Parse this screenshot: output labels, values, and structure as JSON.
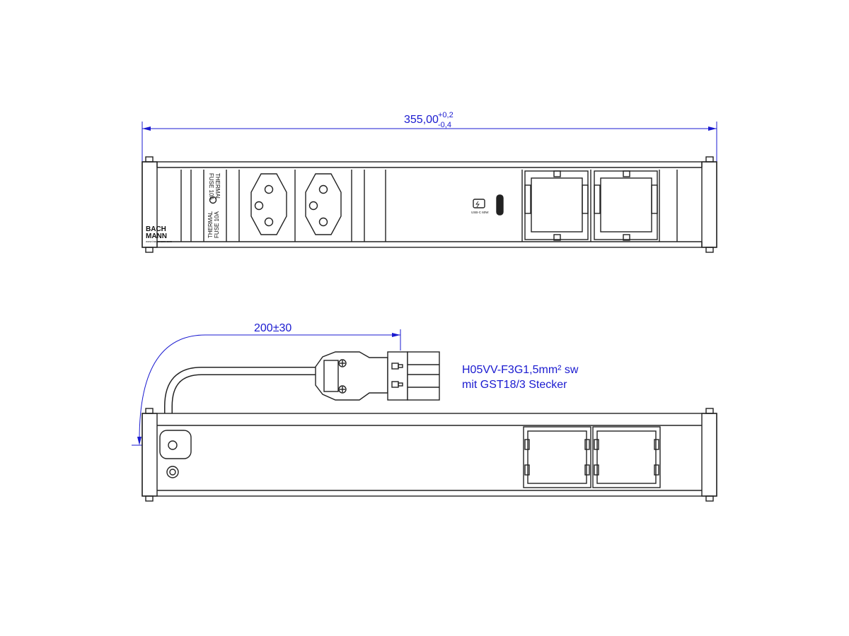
{
  "dimensions": {
    "overall_length": "355,00",
    "tolerance_upper": "+0,2",
    "tolerance_lower": "-0,4",
    "cable_length": "200±30"
  },
  "cable_note": {
    "line1": "H05VV-F3G1,5mm² sw",
    "line2": "mit GST18/3  Stecker"
  },
  "labels": {
    "fuse_top_line1": "THERMAL",
    "fuse_top_line2": "FUSE 10A",
    "fuse_bottom_line1": "THERMAL",
    "fuse_bottom_line2": "FUSE 10A",
    "brand_line1": "BACH",
    "brand_line2": "MANN",
    "brand_url": "www.bachmann.com",
    "usb_label": "USB-C 60W"
  },
  "colors": {
    "dimension": "#1a1ad0",
    "outline": "#222222",
    "panel_fill": "#ffffff"
  }
}
